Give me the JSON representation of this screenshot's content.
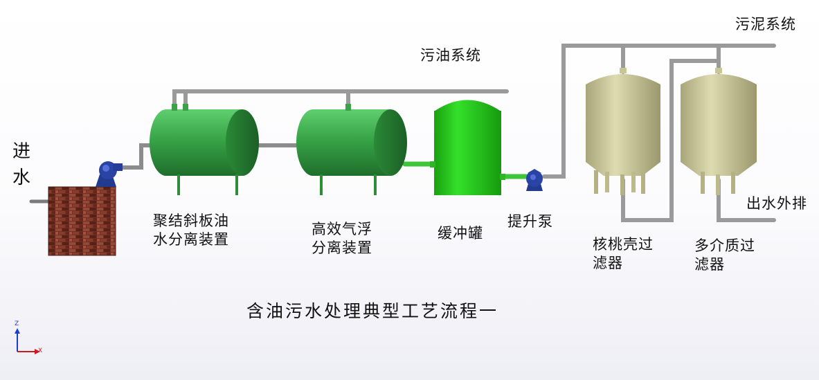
{
  "diagram": {
    "title": "含油污水处理典型工艺流程一",
    "inlet_label": "进水",
    "labels": {
      "oil_system": "污油系统",
      "sludge_system": "污泥系统",
      "outlet": "出水外排",
      "coalescer": "聚结斜板油\n水分离装置",
      "flotation": "高效气浮\n分离装置",
      "buffer_tank": "缓冲罐",
      "lift_pump": "提升泵",
      "walnut_filter": "核桃壳过\n滤器",
      "multimedia_filter": "多介质过\n滤器"
    },
    "axis": {
      "z": "Z",
      "x": "X"
    },
    "colors": {
      "vessel_green": "#3aa34a",
      "buffer_green": "#22c41a",
      "filter_khaki": "#cfcc9c",
      "pump_blue": "#2a3f9a",
      "pipe_gray": "#9a9a9a",
      "brick_red": "#8a3a2a"
    }
  }
}
